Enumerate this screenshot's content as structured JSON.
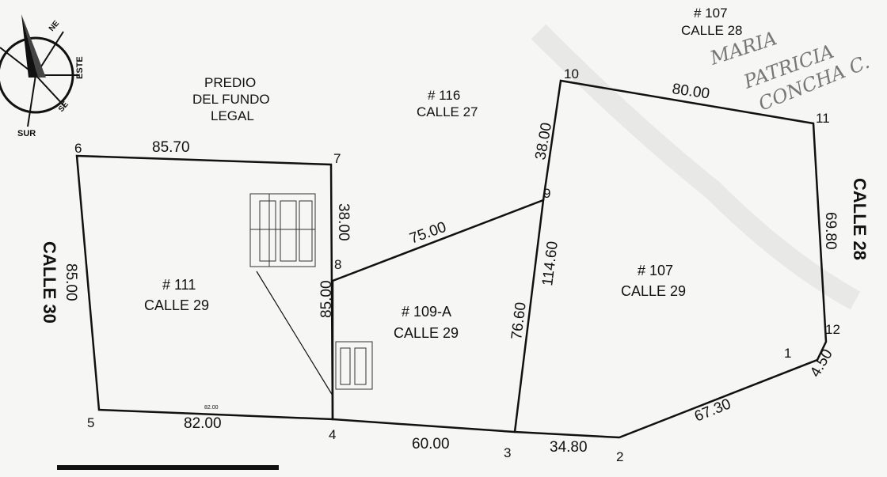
{
  "compass": {
    "north_label": "",
    "south_label": "SUR",
    "east_label": "ESTE",
    "ne_label": "NE",
    "se_label": "SE"
  },
  "top_labels": {
    "predio": [
      "PREDIO",
      "DEL FUNDO",
      "LEGAL"
    ],
    "lot_116": [
      "# 116",
      "CALLE 27"
    ],
    "lot_top_right": [
      "# 107",
      "CALLE 28"
    ]
  },
  "handwriting": [
    "MARIA",
    "PATRICIA",
    "CONCHA C."
  ],
  "lots": {
    "lot_111": [
      "# 111",
      "CALLE 29"
    ],
    "lot_109a": [
      "# 109-A",
      "CALLE 29"
    ],
    "lot_107": [
      "# 107",
      "CALLE 29"
    ]
  },
  "streets": {
    "left": "CALLE 30",
    "right": "CALLE 28"
  },
  "vertices": [
    "1",
    "2",
    "3",
    "4",
    "5",
    "6",
    "7",
    "8",
    "9",
    "10",
    "11",
    "12"
  ],
  "dimensions": {
    "d6_7": "85.70",
    "d6_5": "85.00",
    "d5_4": "82.00",
    "d5_4_small": "82.00",
    "d7_8": "38.00",
    "d8_4": "85.00",
    "d8_9": "75.00",
    "d10_9": "38.00",
    "d9_3": "114.60",
    "d9_3_inner": "76.60",
    "d4_3": "60.00",
    "d3_2": "34.80",
    "d2_1": "67.30",
    "d1_12": "4.50",
    "d12_11": "69.80",
    "d10_11": "80.00"
  }
}
